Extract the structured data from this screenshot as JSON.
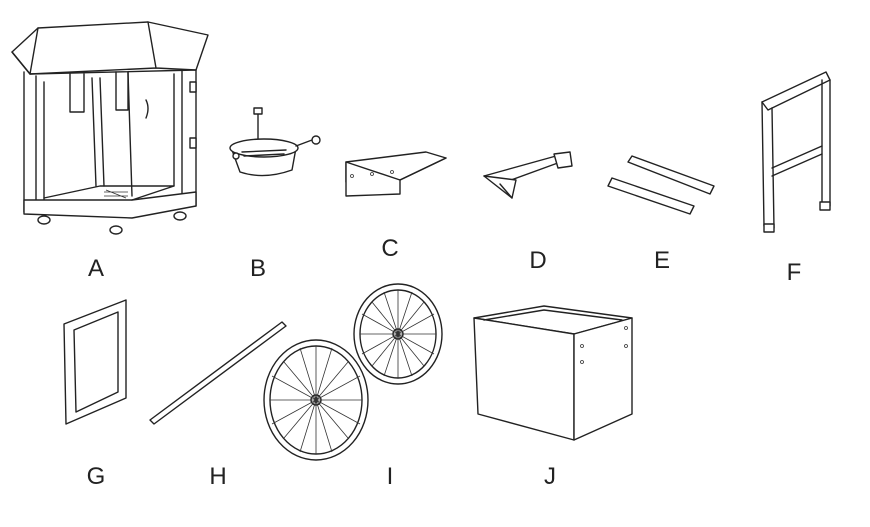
{
  "parts": [
    {
      "letter": "A",
      "icon": "popcorn-machine-cabinet"
    },
    {
      "letter": "B",
      "icon": "kettle"
    },
    {
      "letter": "C",
      "icon": "shelf"
    },
    {
      "letter": "D",
      "icon": "handle-bracket"
    },
    {
      "letter": "E",
      "icon": "cross-bars"
    },
    {
      "letter": "F",
      "icon": "leg-frame"
    },
    {
      "letter": "G",
      "icon": "square-frame"
    },
    {
      "letter": "H",
      "icon": "axle-rod"
    },
    {
      "letter": "I",
      "icon": "wheels"
    },
    {
      "letter": "J",
      "icon": "cart-box"
    }
  ]
}
